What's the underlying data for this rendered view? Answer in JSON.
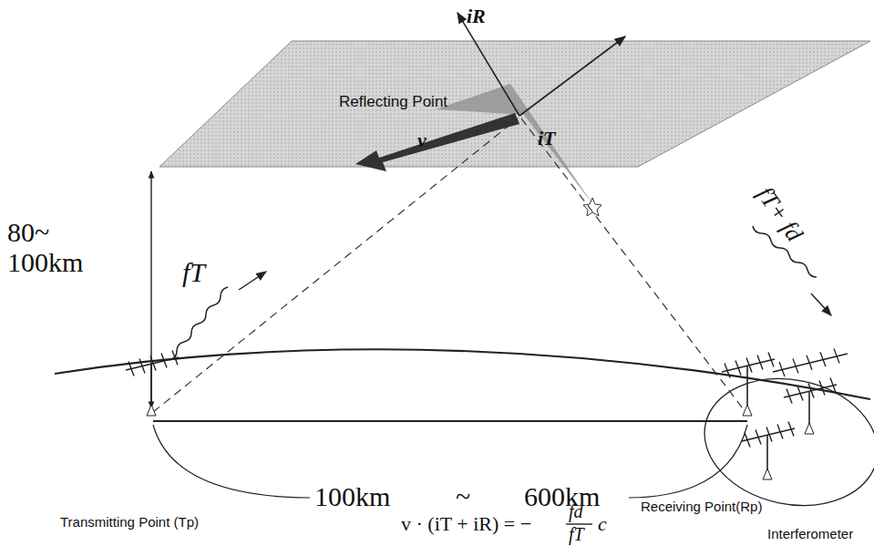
{
  "diagram": {
    "labels": [
      "iR",
      "iT",
      "Reflecting Point",
      "v",
      "80~ 100km",
      "fT",
      "fT+ fd",
      "100km",
      "~",
      "600km",
      "Transmitting Point (Tp)",
      "Receiving Point(Rp)",
      "Interferometer",
      "v · (iT + iR) = −",
      "fd",
      "fT",
      "c"
    ]
  }
}
